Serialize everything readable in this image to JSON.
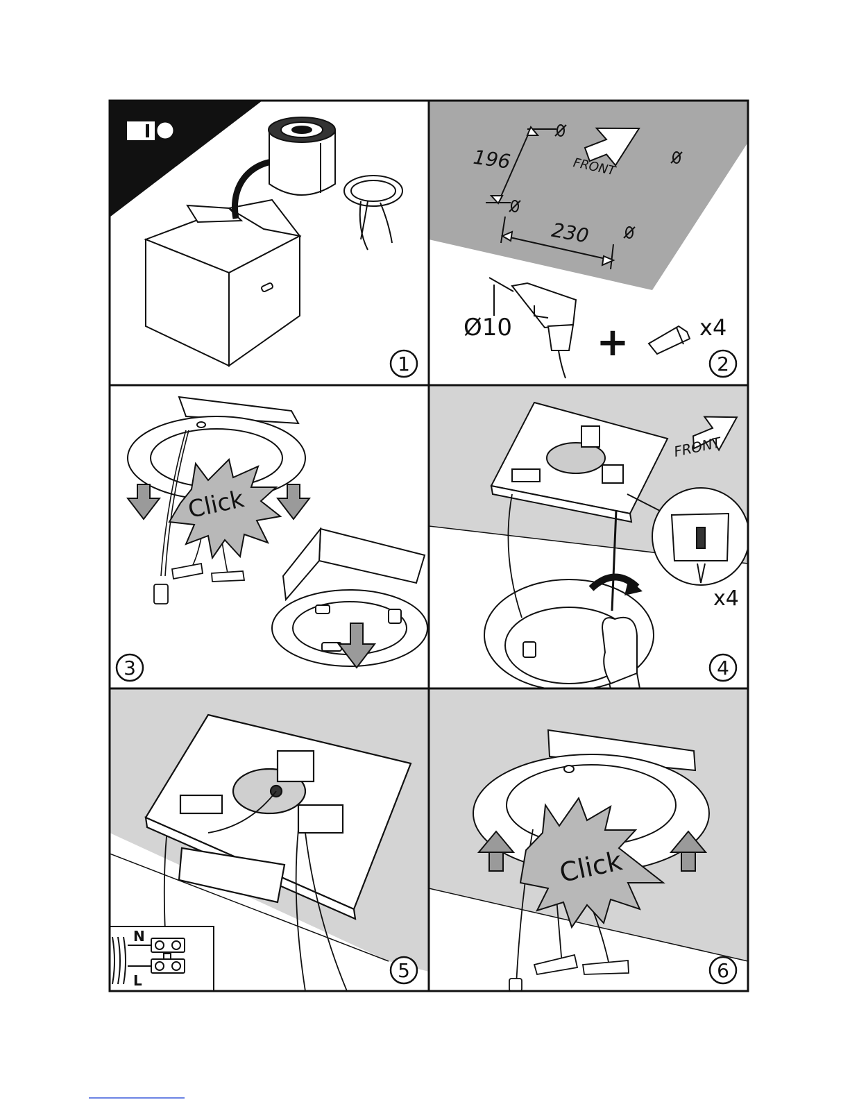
{
  "page": {
    "colors": {
      "line": "#111111",
      "ceiling_dark": "#a8a8a8",
      "ceiling_light": "#d4d4d4",
      "burst": "#b8b8b8",
      "arrow": "#9a9a9a"
    }
  },
  "steps": [
    {
      "number": "1",
      "icons": [
        "unboxing-banner-icon",
        "box-icon",
        "cylinder-hood-icon",
        "mounting-ring-icon"
      ]
    },
    {
      "number": "2",
      "dim_vertical": "196",
      "dim_horizontal": "230",
      "front_label": "FRONT",
      "drill_label": "Ø10",
      "plus_sign": "+",
      "plug_count": "x4"
    },
    {
      "number": "3",
      "click_label": "Click"
    },
    {
      "number": "4",
      "front_label": "FRONT",
      "screw_count": "x4"
    },
    {
      "number": "5",
      "neutral_label": "N",
      "live_label": "L"
    },
    {
      "number": "6",
      "click_label": "Click"
    }
  ]
}
